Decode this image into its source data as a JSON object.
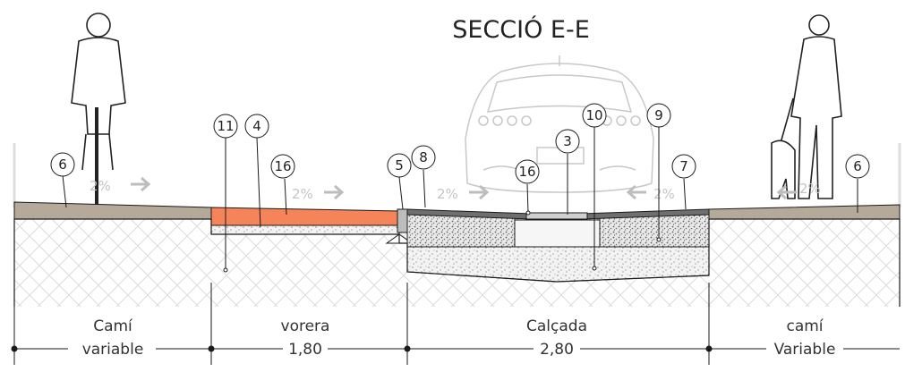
{
  "title": "SECCIÓ E-E",
  "callouts": [
    {
      "id": "c6a",
      "label": "6"
    },
    {
      "id": "c11",
      "label": "11"
    },
    {
      "id": "c4",
      "label": "4"
    },
    {
      "id": "c16a",
      "label": "16"
    },
    {
      "id": "c5",
      "label": "5"
    },
    {
      "id": "c8",
      "label": "8"
    },
    {
      "id": "c16b",
      "label": "16"
    },
    {
      "id": "c3",
      "label": "3"
    },
    {
      "id": "c10",
      "label": "10"
    },
    {
      "id": "c9",
      "label": "9"
    },
    {
      "id": "c7",
      "label": "7"
    },
    {
      "id": "c6b",
      "label": "6"
    }
  ],
  "slopes": [
    "2%",
    "2%",
    "2%",
    "2%",
    "2%"
  ],
  "dimensions": [
    {
      "name": "Camí",
      "value": "variable"
    },
    {
      "name": "vorera",
      "value": "1,80"
    },
    {
      "name": "Calçada",
      "value": "2,80"
    },
    {
      "name": "camí",
      "value": "Variable"
    }
  ],
  "colors": {
    "path_surface": "#b5a99a",
    "sidewalk_surface": "#f5845a",
    "asphalt": "#6f6f6f",
    "soil_hatch": "#d9d9d9",
    "line": "#1a1a1a",
    "slope_arrow": "#bdbdbd"
  },
  "icons": [
    "cyclist-icon",
    "car-icon",
    "pedestrian-with-dog-icon"
  ]
}
